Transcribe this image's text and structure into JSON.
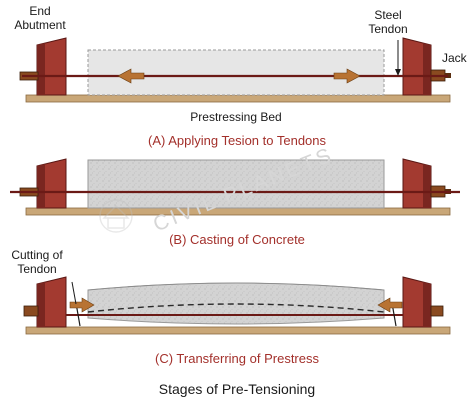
{
  "labels": {
    "end_abutment": "End Abutment",
    "steel_tendon": "Steel Tendon",
    "jack": "Jack",
    "prestressing_bed": "Prestressing Bed",
    "cutting_of_tendon": "Cutting of Tendon"
  },
  "stages": [
    {
      "caption": "(A) Applying Tesion to Tendons"
    },
    {
      "caption": "(B) Casting of Concrete"
    },
    {
      "caption": "(C) Transferring of Prestress"
    }
  ],
  "title": "Stages of Pre-Tensioning",
  "watermark": "CIVIL PLANETS",
  "colors": {
    "abutment": "#a33a30",
    "abutment_dark": "#6e1f1a",
    "tendon": "#6b1a16",
    "bed": "#c9a778",
    "concrete": "#d4d4d4",
    "arrow": "#b87333",
    "caption": "#a3302b"
  }
}
